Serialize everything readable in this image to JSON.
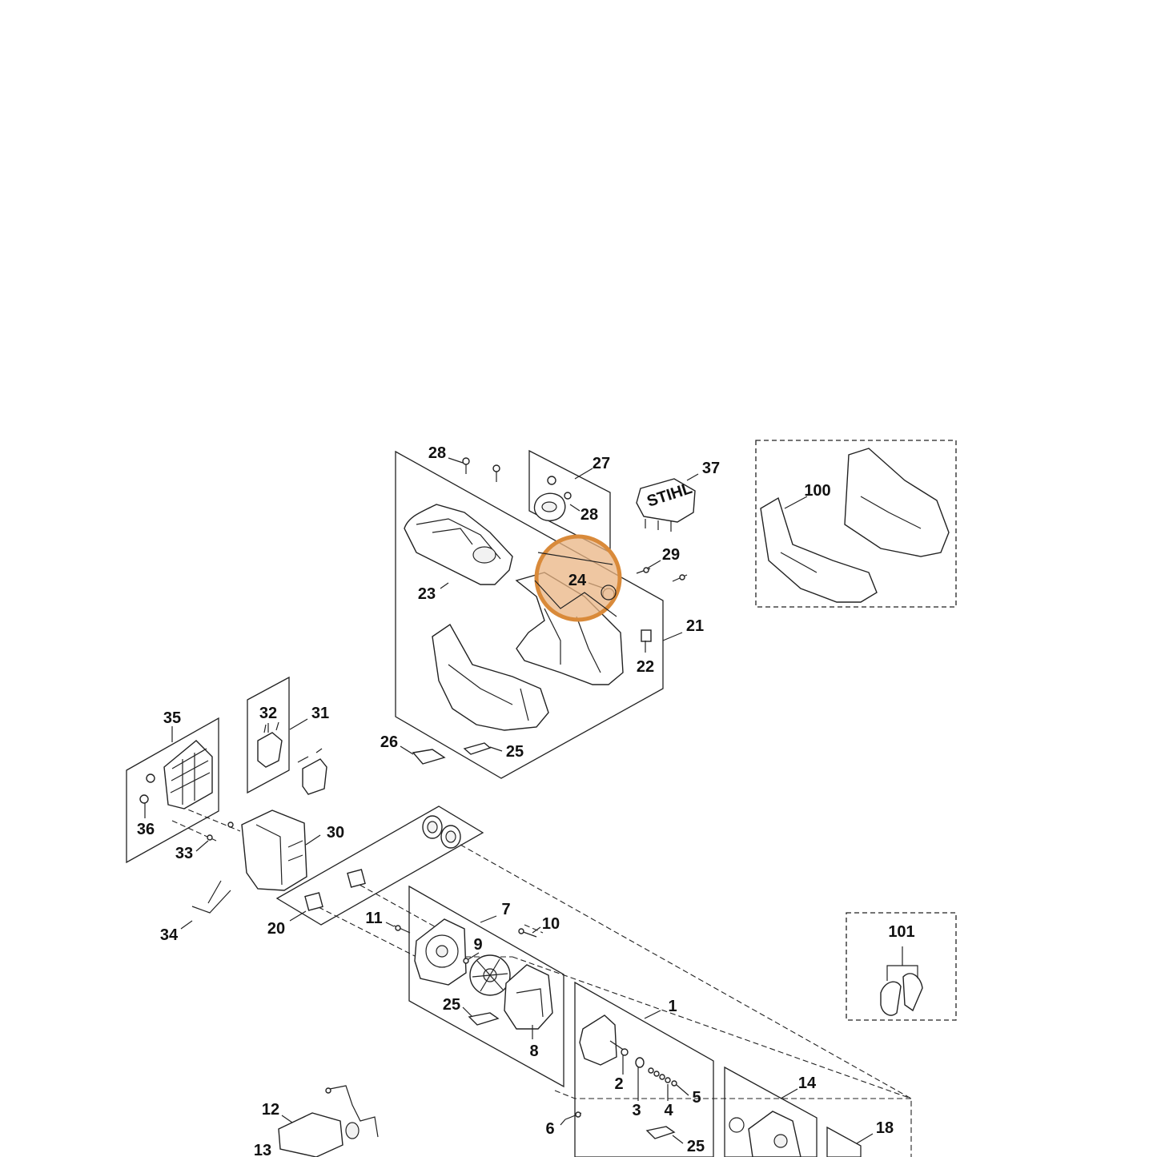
{
  "diagram": {
    "highlight": {
      "label": "24",
      "ring_color": "#d98a3a",
      "fill_color": "#e9b483"
    },
    "logo_text": "STIHL",
    "labels": {
      "p1": "1",
      "p2": "2",
      "p3": "3",
      "p4": "4",
      "p5": "5",
      "p6": "6",
      "p7": "7",
      "p8": "8",
      "p9": "9",
      "p10": "10",
      "p11": "11",
      "p12": "12",
      "p13": "13",
      "p14": "14",
      "p18": "18",
      "p20": "20",
      "p21": "21",
      "p22": "22",
      "p23": "23",
      "p25a": "25",
      "p25b": "25",
      "p25c": "25",
      "p26": "26",
      "p27": "27",
      "p28a": "28",
      "p28b": "28",
      "p29": "29",
      "p30": "30",
      "p31": "31",
      "p32": "32",
      "p33": "33",
      "p34": "34",
      "p35": "35",
      "p36": "36",
      "p37": "37",
      "p100": "100",
      "p101": "101"
    }
  }
}
